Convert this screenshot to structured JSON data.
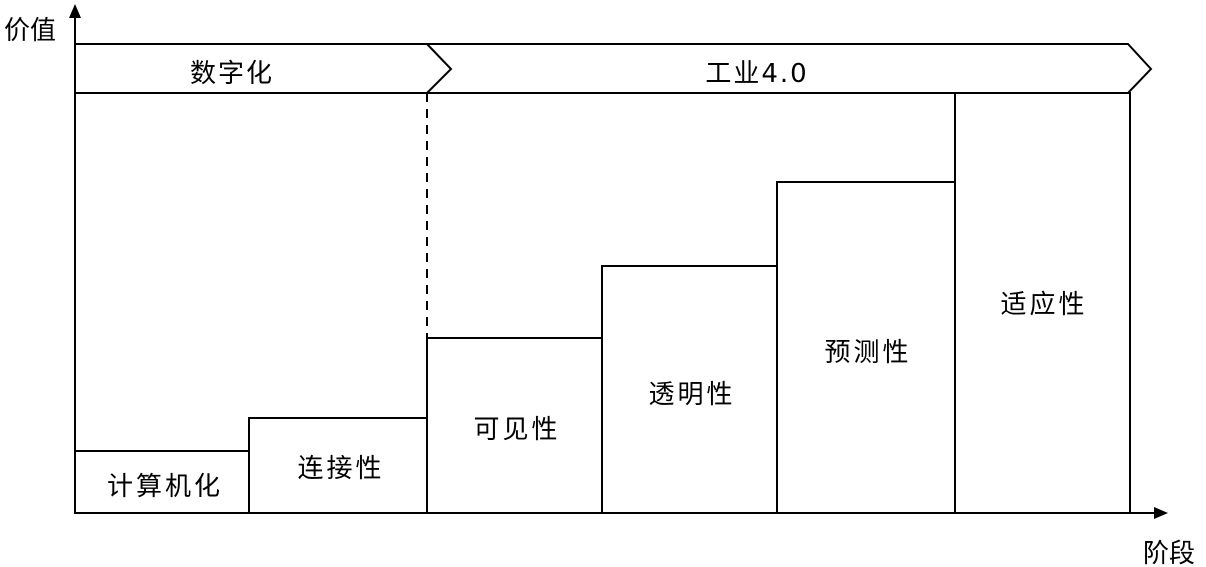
{
  "axes": {
    "y_label": "价值",
    "x_label": "阶段"
  },
  "banners": [
    {
      "label": "数字化"
    },
    {
      "label": "工业4.0"
    }
  ],
  "stages": [
    {
      "label": "计算机化",
      "level": 1
    },
    {
      "label": "连接性",
      "level": 2
    },
    {
      "label": "可见性",
      "level": 3
    },
    {
      "label": "透明性",
      "level": 4
    },
    {
      "label": "预测性",
      "level": 5
    },
    {
      "label": "适应性",
      "level": 6
    }
  ],
  "colors": {
    "line": "#000000",
    "background": "#ffffff"
  }
}
